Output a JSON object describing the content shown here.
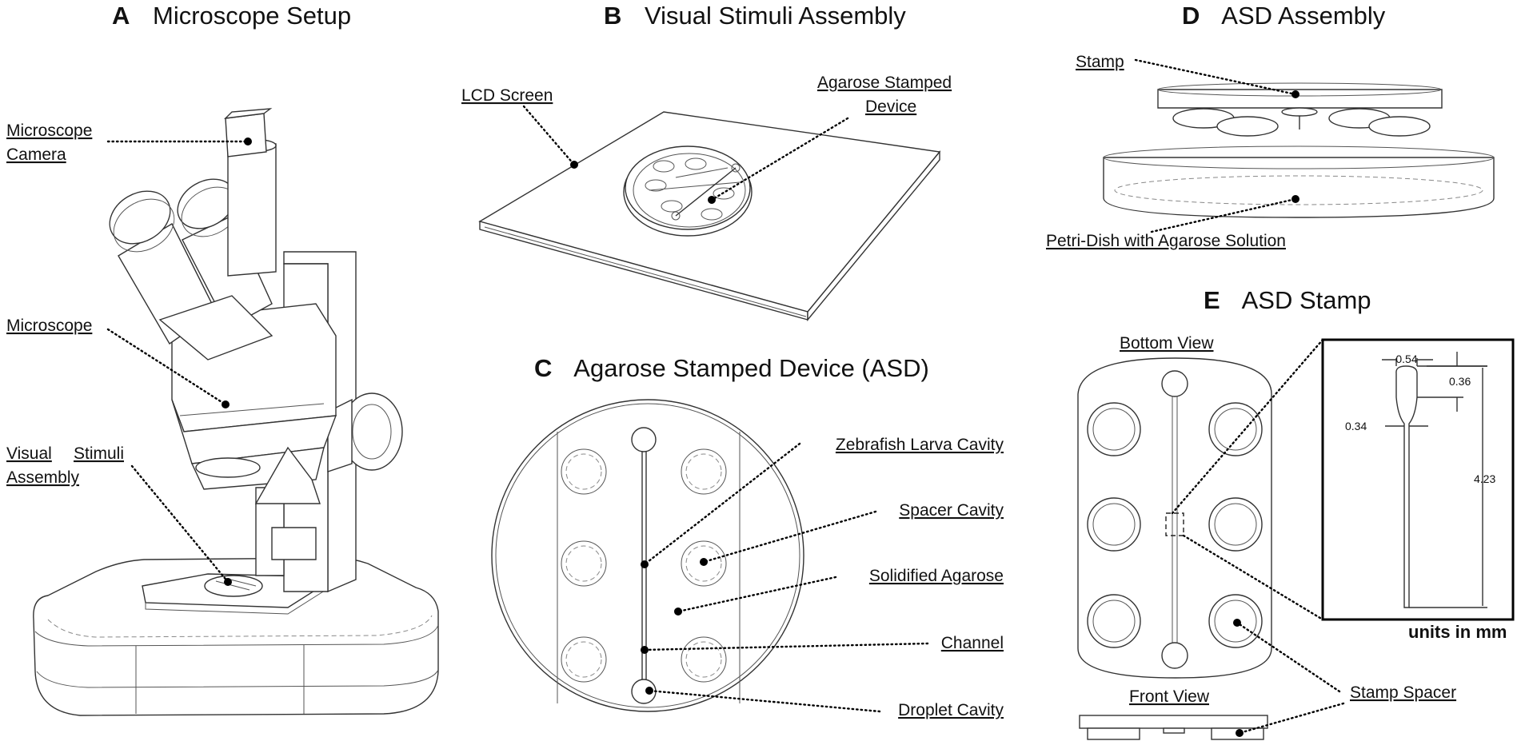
{
  "panels": {
    "a": {
      "letter": "A",
      "title": "Microscope Setup",
      "labels": {
        "camera_1": "Microscope",
        "camera_2": "Camera",
        "microscope": "Microscope",
        "vsa_1": "Visual",
        "vsa_1b": "Stimuli",
        "vsa_2": "Assembly"
      }
    },
    "b": {
      "letter": "B",
      "title": "Visual Stimuli Assembly",
      "labels": {
        "lcd": "LCD Screen",
        "asd_1": "Agarose Stamped",
        "asd_2": "Device"
      }
    },
    "c": {
      "letter": "C",
      "title": "Agarose Stamped Device (ASD)",
      "labels": {
        "larva": "Zebrafish Larva Cavity",
        "spacer": "Spacer Cavity",
        "agarose": "Solidified Agarose",
        "channel": "Channel",
        "droplet": "Droplet Cavity"
      }
    },
    "d": {
      "letter": "D",
      "title": "ASD Assembly",
      "labels": {
        "stamp": "Stamp",
        "petri": "Petri-Dish with Agarose Solution"
      }
    },
    "e": {
      "letter": "E",
      "title": "ASD Stamp",
      "labels": {
        "bottom": "Bottom View",
        "front": "Front View",
        "spacer": "Stamp Spacer"
      },
      "dimensions": {
        "top_width": "0.54",
        "top_length": "0.36",
        "neck_width": "0.34",
        "total_length": "4.23"
      },
      "units": "units in mm"
    }
  }
}
